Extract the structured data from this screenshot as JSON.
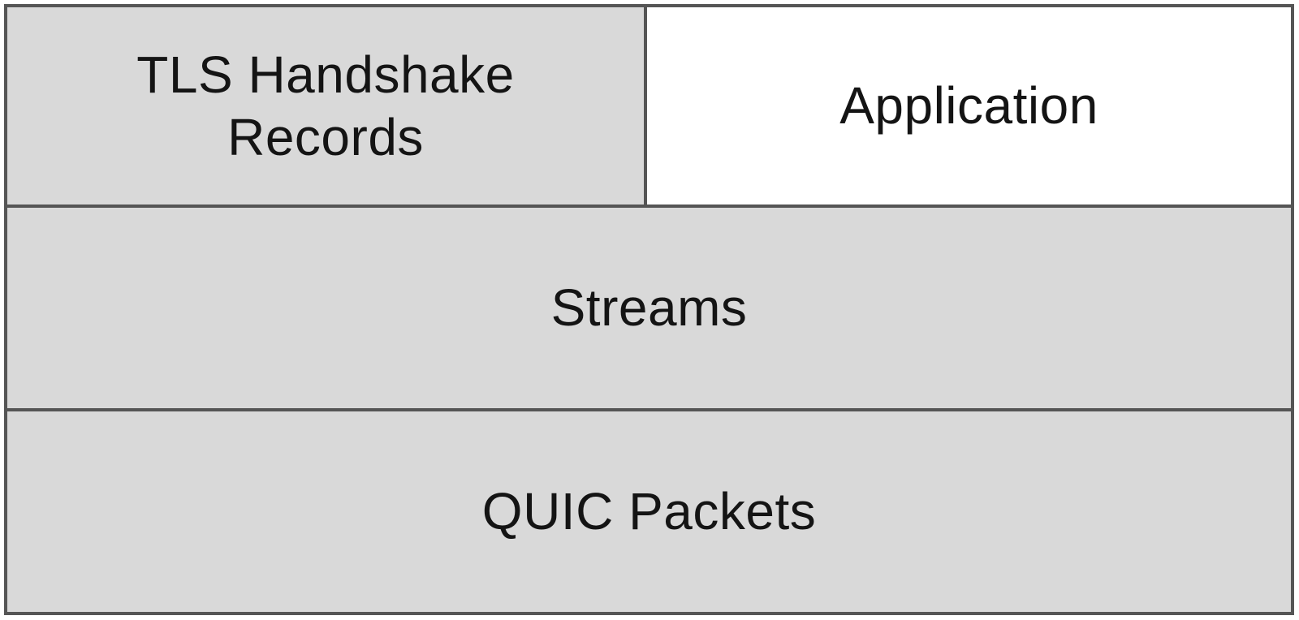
{
  "colors": {
    "background": "#ffffff",
    "cell_fill": "#d9d9d9",
    "border": "#555555",
    "highlight_fill": "#ffffff",
    "text": "#141414"
  },
  "diagram": {
    "description": "QUIC protocol layer stack diagram",
    "cells": {
      "tls_handshake": {
        "label": "TLS Handshake\nRecords"
      },
      "application": {
        "label": "Application"
      },
      "streams": {
        "label": "Streams"
      },
      "quic_packets": {
        "label": "QUIC Packets"
      }
    }
  }
}
